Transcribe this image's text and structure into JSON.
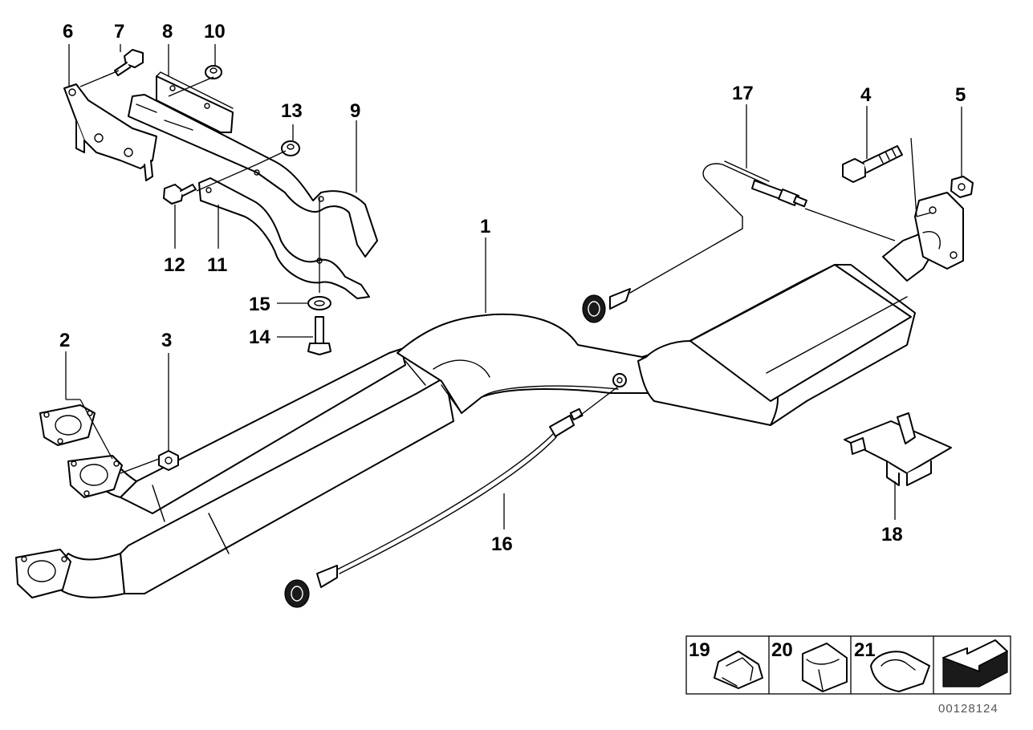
{
  "callouts": {
    "c1": "1",
    "c2": "2",
    "c3": "3",
    "c4": "4",
    "c5": "5",
    "c6": "6",
    "c7": "7",
    "c8": "8",
    "c9": "9",
    "c10": "10",
    "c11": "11",
    "c12": "12",
    "c13": "13",
    "c14": "14",
    "c15": "15",
    "c16": "16",
    "c17": "17",
    "c18": "18",
    "c19": "19",
    "c20": "20",
    "c21": "21"
  },
  "catalog_number": "00128124"
}
